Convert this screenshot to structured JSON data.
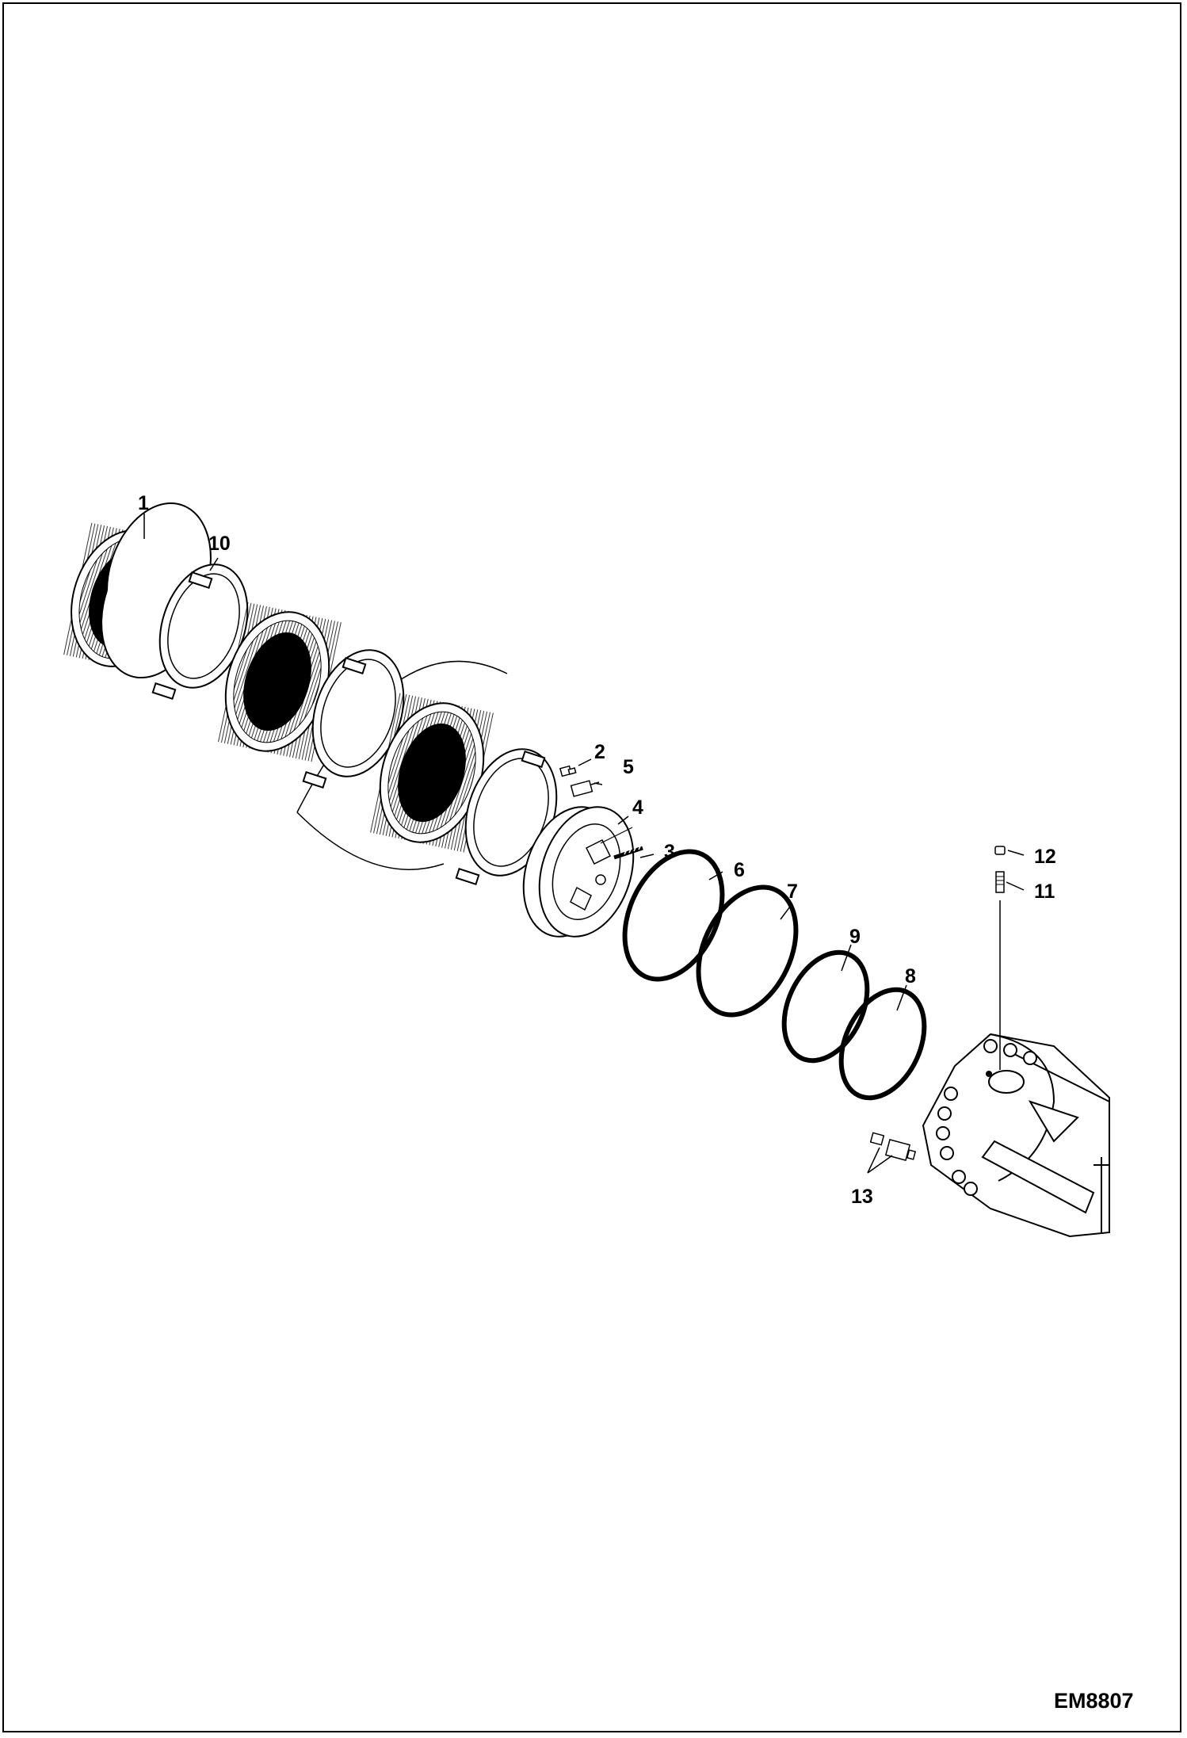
{
  "figure_ref": "EM8807",
  "callouts": {
    "c1": "1",
    "c2": "2",
    "c3": "3",
    "c4": "4",
    "c5": "5",
    "c6": "6",
    "c7": "7",
    "c8": "8",
    "c9": "9",
    "c10": "10",
    "c11": "11",
    "c12": "12",
    "c13": "13"
  }
}
